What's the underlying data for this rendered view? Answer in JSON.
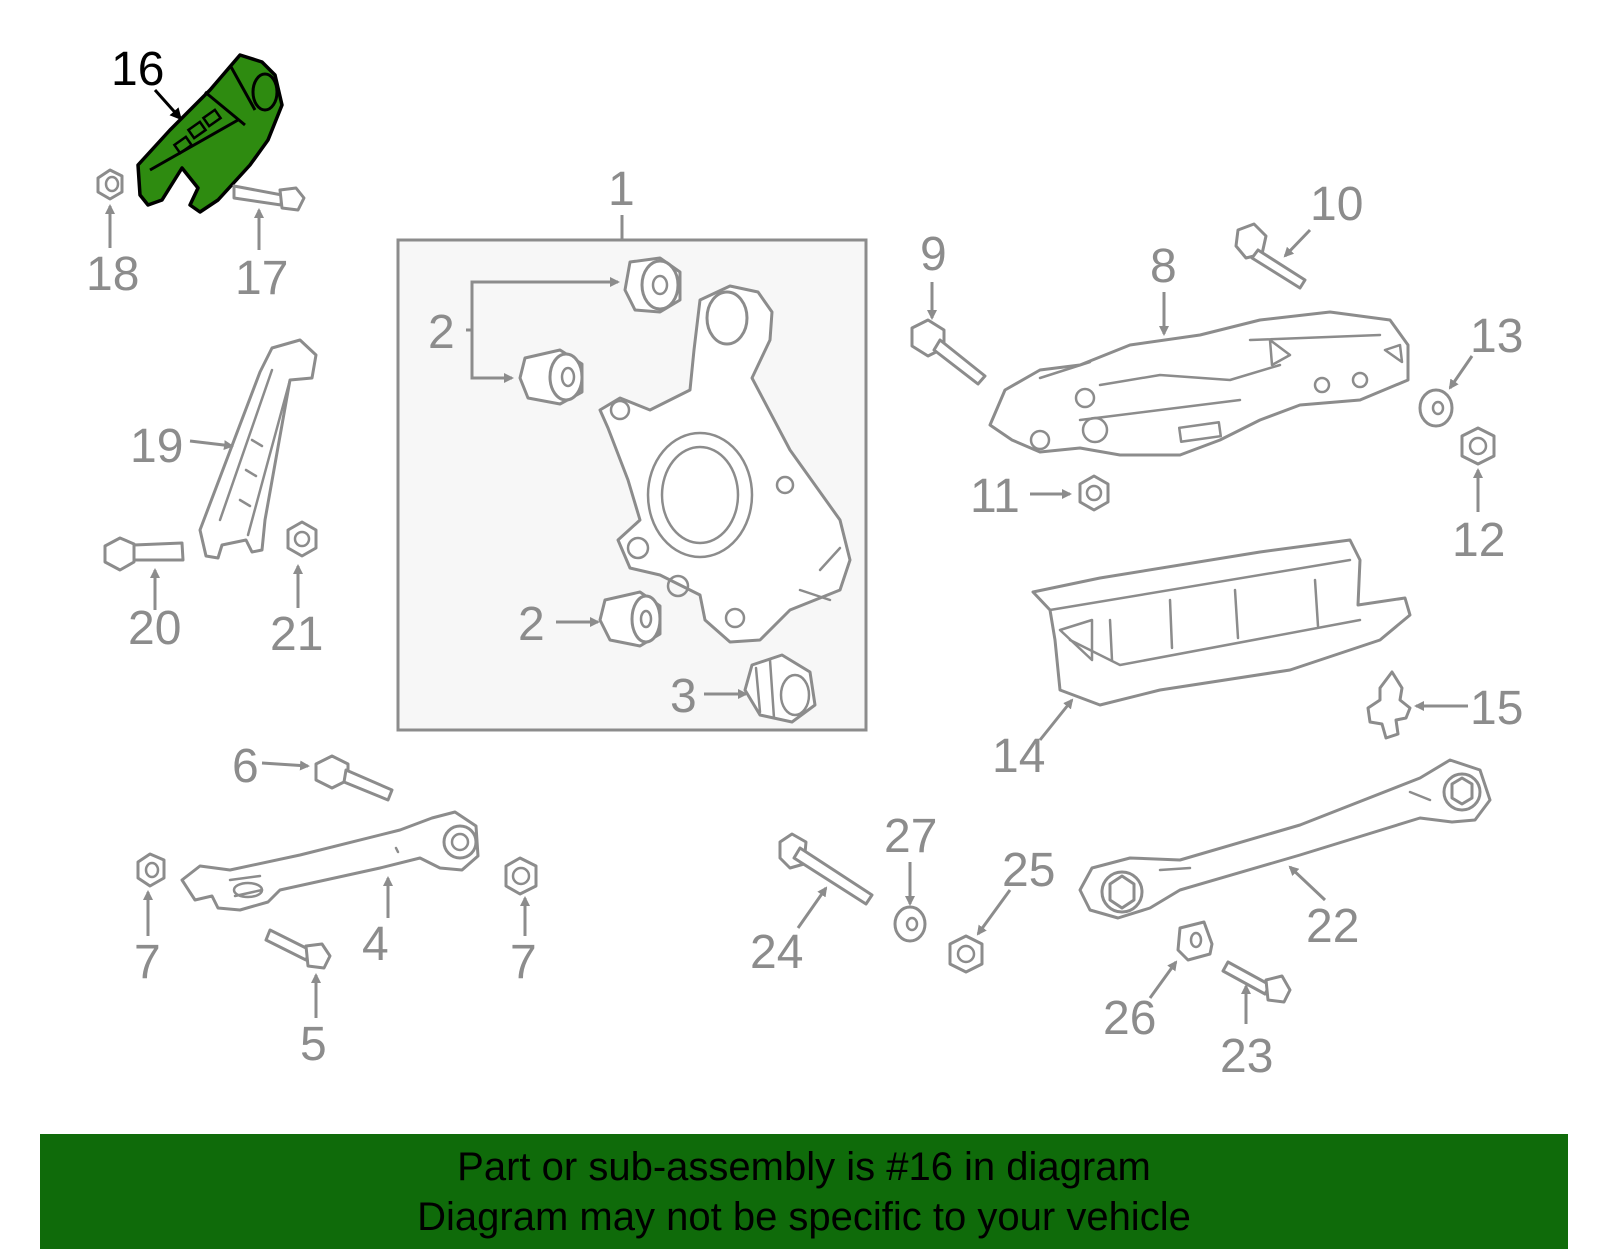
{
  "banner": {
    "line1": "Part or sub-assembly is #16 in diagram",
    "line2": "Diagram may not be specific to your vehicle",
    "color": "#0f6b0a"
  },
  "highlight": {
    "part_number": "16",
    "color": "#2e8b10"
  },
  "callouts": {
    "c1": "1",
    "c2a": "2",
    "c2b": "2",
    "c3": "3",
    "c4": "4",
    "c5": "5",
    "c6": "6",
    "c7a": "7",
    "c7b": "7",
    "c8": "8",
    "c9": "9",
    "c10": "10",
    "c11": "11",
    "c12": "12",
    "c13": "13",
    "c14": "14",
    "c15": "15",
    "c16": "16",
    "c17": "17",
    "c18": "18",
    "c19": "19",
    "c20": "20",
    "c21": "21",
    "c22": "22",
    "c23": "23",
    "c24": "24",
    "c25": "25",
    "c26": "26",
    "c27": "27"
  }
}
